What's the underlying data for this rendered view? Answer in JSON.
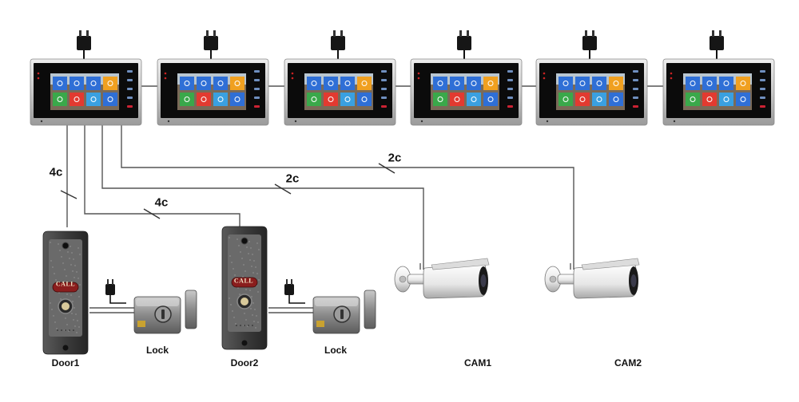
{
  "diagram": {
    "monitor_count": 6,
    "device_labels": {
      "door1": "Door1",
      "door2": "Door2",
      "lock1": "Lock",
      "lock2": "Lock",
      "cam1": "CAM1",
      "cam2": "CAM2"
    },
    "wire_labels": {
      "door1": "4c",
      "door2": "4c",
      "cam1": "2c",
      "cam2": "2c"
    },
    "door_button_text": "CALL",
    "colors": {
      "wire": "#555555",
      "monitor_frame": "#c8c8c8",
      "monitor_bezel": "#0b0b0b",
      "doorbell_body": "#3c3c3c",
      "call_button": "#8a1d1d",
      "camera_body": "#e6e6e6",
      "lock_body": "#8a8a8a",
      "tile_blue": "#2f6fd6",
      "tile_orange": "#f0a020",
      "tile_green": "#3aa84a",
      "tile_red": "#e23a30",
      "tile_lightblue": "#3aa0e0"
    },
    "icons": [
      "power-adapter-icon",
      "monitor-screen-icon",
      "doorbell-icon",
      "electric-lock-icon",
      "bullet-camera-icon"
    ]
  }
}
